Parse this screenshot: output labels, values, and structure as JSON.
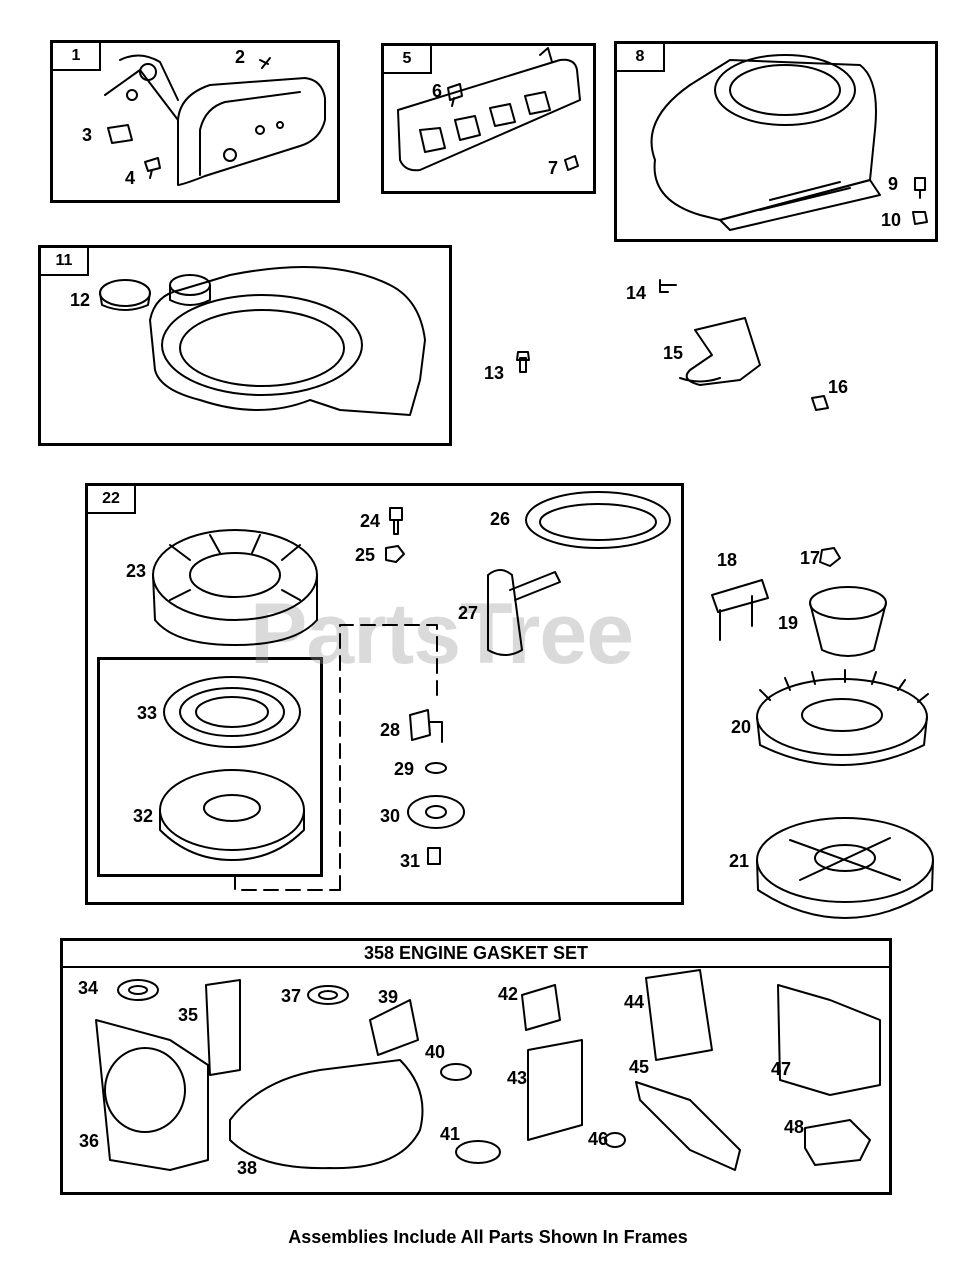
{
  "watermark": "PartsTree",
  "frames": {
    "f1": "1",
    "f5": "5",
    "f8": "8",
    "f11": "11",
    "f22": "22"
  },
  "gasket_set_title": "358 ENGINE GASKET SET",
  "footer_note": "Assemblies Include All Parts Shown In Frames",
  "parts": {
    "p2": "2",
    "p3": "3",
    "p4": "4",
    "p6": "6",
    "p7": "7",
    "p9": "9",
    "p10": "10",
    "p12": "12",
    "p13": "13",
    "p14": "14",
    "p15": "15",
    "p16": "16",
    "p17": "17",
    "p18": "18",
    "p19": "19",
    "p20": "20",
    "p21": "21",
    "p23": "23",
    "p24": "24",
    "p25": "25",
    "p26": "26",
    "p27": "27",
    "p28": "28",
    "p29": "29",
    "p30": "30",
    "p31": "31",
    "p32": "32",
    "p33": "33",
    "p34": "34",
    "p35": "35",
    "p36": "36",
    "p37": "37",
    "p38": "38",
    "p39": "39",
    "p40": "40",
    "p41": "41",
    "p42": "42",
    "p43": "43",
    "p44": "44",
    "p45": "45",
    "p46": "46",
    "p47": "47",
    "p48": "48"
  }
}
